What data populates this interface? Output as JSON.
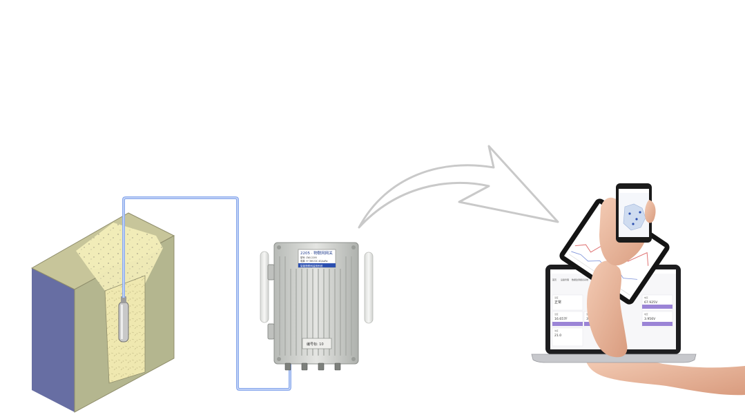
{
  "gateway": {
    "title_label": "2205 · 物联网网关",
    "sub_label_1": "型号: ZWJ 2205",
    "sub_label_2": "电源: 9~36V DC 4G/LoRa",
    "brand_strip": "智能物联网监测系统",
    "number_plate": "编号标: 10"
  },
  "dashboard": {
    "nav_items": [
      "首页",
      "设备管理",
      "数据监测报表系统"
    ],
    "cards": [
      {
        "label": "温度",
        "value": "正常"
      },
      {
        "label": "电压",
        "value": "67.925V"
      },
      {
        "label": "温度",
        "value": "16.657F"
      },
      {
        "label": "湿度",
        "value": "37.10%"
      },
      {
        "label": "电压",
        "value": "3.956V"
      },
      {
        "label": "浓度",
        "value": "21.0"
      }
    ]
  },
  "colors": {
    "pipe": "#8aa9ec",
    "soil_side": "#676ea3",
    "soil_top": "#c7c59a",
    "soil_face": "#b4b68f",
    "gateway_body": "#c9cbc8",
    "arrow": "#c9c9c9",
    "card_bar": "#9b84d6"
  }
}
